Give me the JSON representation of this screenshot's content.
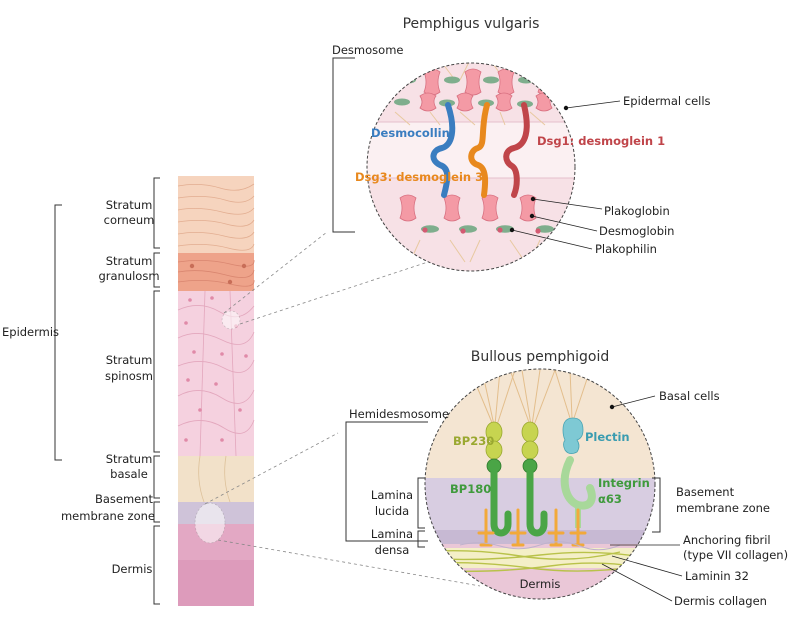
{
  "titles": {
    "pemphigus": "Pemphigus vulgaris",
    "bullous": "Bullous pemphigoid"
  },
  "skin_column": {
    "epidermis": "Epidermis",
    "corneum": [
      "Stratum",
      "corneum"
    ],
    "granulosm": [
      "Stratum",
      "granulosm"
    ],
    "spinosm": [
      "Stratum",
      "spinosm"
    ],
    "basale": [
      "Stratum",
      "basale"
    ],
    "bmz": [
      "Basement",
      "membrane zone"
    ],
    "dermis": "Dermis"
  },
  "pemphigus_callouts": {
    "desmosome": "Desmosome",
    "epidermal_cells": "Epidermal cells",
    "desmocollin": "Desmocollin",
    "dsg1": "Dsg1: desmoglein 1",
    "dsg3": "Dsg3: desmoglein 3",
    "plakoglobin": "Plakoglobin",
    "desmoglobin": "Desmoglobin",
    "plakophilin": "Plakophilin"
  },
  "bullous_callouts": {
    "hemidesmosome": "Hemidesmosome",
    "basal_cells": "Basal cells",
    "bp230": "BP230",
    "plectin": "Plectin",
    "bp180": "BP180",
    "integrin": [
      "Integrin",
      "α63"
    ],
    "lamina_lucida": [
      "Lamina",
      "lucida"
    ],
    "lamina_densa": [
      "Lamina",
      "densa"
    ],
    "bmz": [
      "Basement",
      "membrane zone"
    ],
    "anchoring": [
      "Anchoring fibril",
      "(type VII collagen)"
    ],
    "laminin": "Laminin 32",
    "dermis": "Dermis",
    "dermis_collagen": "Dermis collagen"
  },
  "colors": {
    "desmocollin": "#3a7dc0",
    "dsg1": "#c0454a",
    "dsg3": "#e8891e",
    "bp230": "#a8b832",
    "plectin": "#3a9cb0",
    "bp180": "#3f9a3c",
    "integrin": "#3f9a3c"
  }
}
